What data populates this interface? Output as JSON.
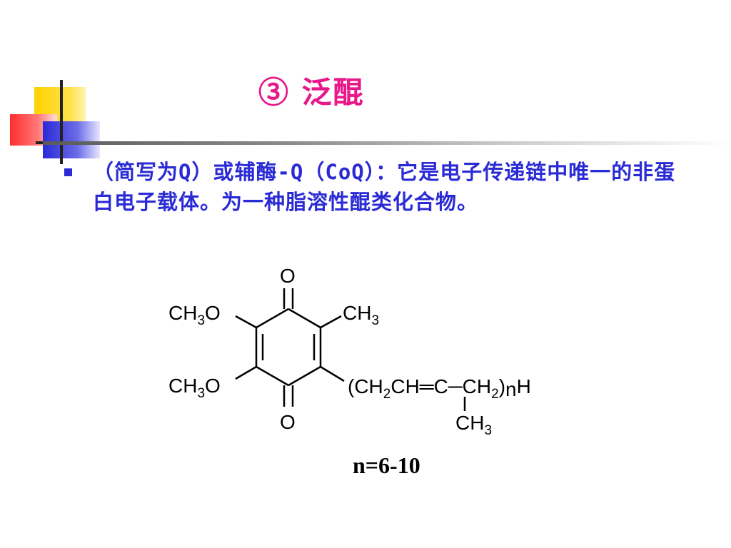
{
  "slide": {
    "title": "③ 泛醌",
    "bullet_text": "（简写为Q）或辅酶-Q（CoQ）：它是电子传递链中唯一的非蛋白电子载体。为一种脂溶性醌类化合物。",
    "n_range": "n=6-10"
  },
  "structure": {
    "top_oxygen": "O",
    "bottom_oxygen": "O",
    "methoxy_top": {
      "main": "CH",
      "sub": "3",
      "tail": "O"
    },
    "methoxy_bottom": {
      "main": "CH",
      "sub": "3",
      "tail": "O"
    },
    "methyl_top": {
      "main": "CH",
      "sub": "3"
    },
    "side_chain_open": "(CH",
    "side_chain_sub1": "2",
    "side_chain_mid": "CH═C─CH",
    "side_chain_sub2": "2",
    "side_chain_close": ")",
    "repeat_symbol": "n",
    "terminal": "H",
    "branch_methyl": {
      "main": "CH",
      "sub": "3"
    }
  },
  "colors": {
    "title": "#e8178a",
    "body_text": "#2b2bd6",
    "deco_yellow": "#ffd200",
    "deco_red": "#ff2d2d",
    "deco_blue": "#2a2ad8"
  }
}
